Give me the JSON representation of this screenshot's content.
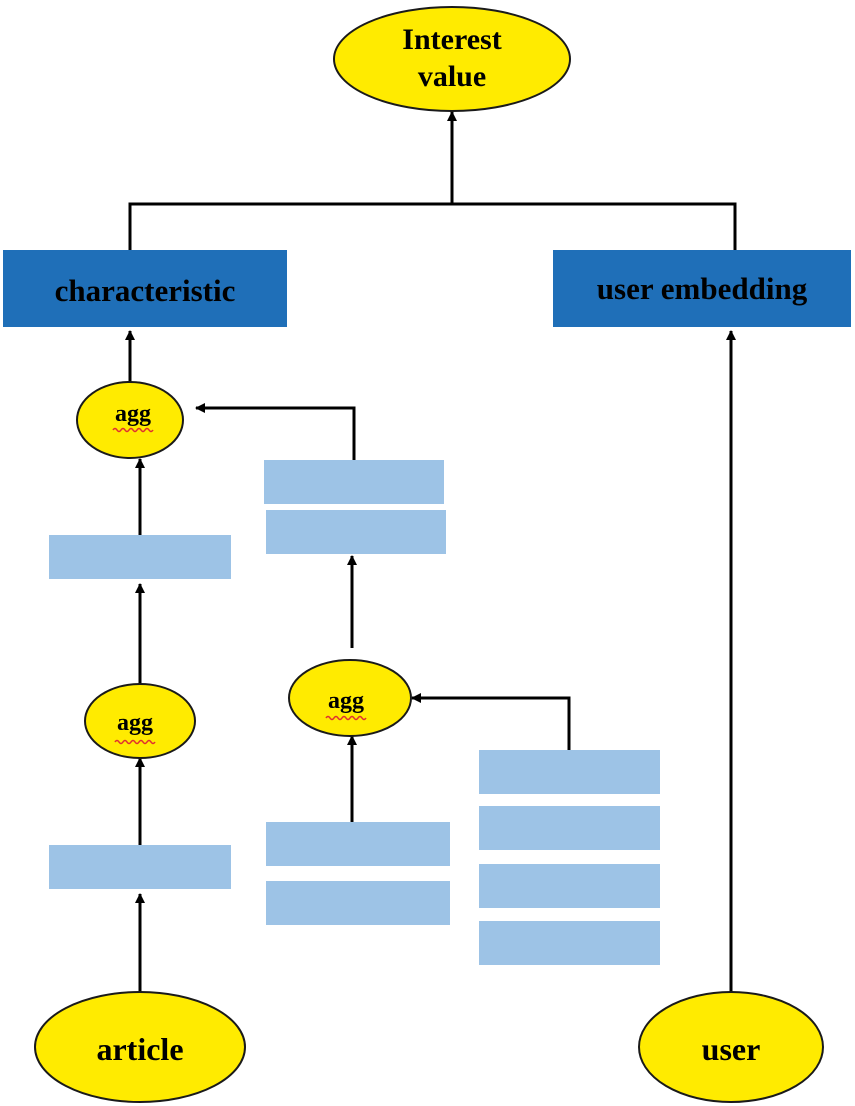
{
  "colors": {
    "ellipse_fill": "#ffeb00",
    "ellipse_stroke": "#1a1a1a",
    "dark_box": "#1f6fb8",
    "light_box": "#9dc3e6",
    "line": "#000000",
    "text": "#000000",
    "dark_box_text": "#000000"
  },
  "nodes": {
    "interest": {
      "line1": "Interest",
      "line2": "value"
    },
    "characteristic": "characteristic",
    "user_embedding": "user embedding",
    "agg_top": "agg",
    "agg_left": "agg",
    "agg_mid": "agg",
    "article": "article",
    "user": "user"
  }
}
